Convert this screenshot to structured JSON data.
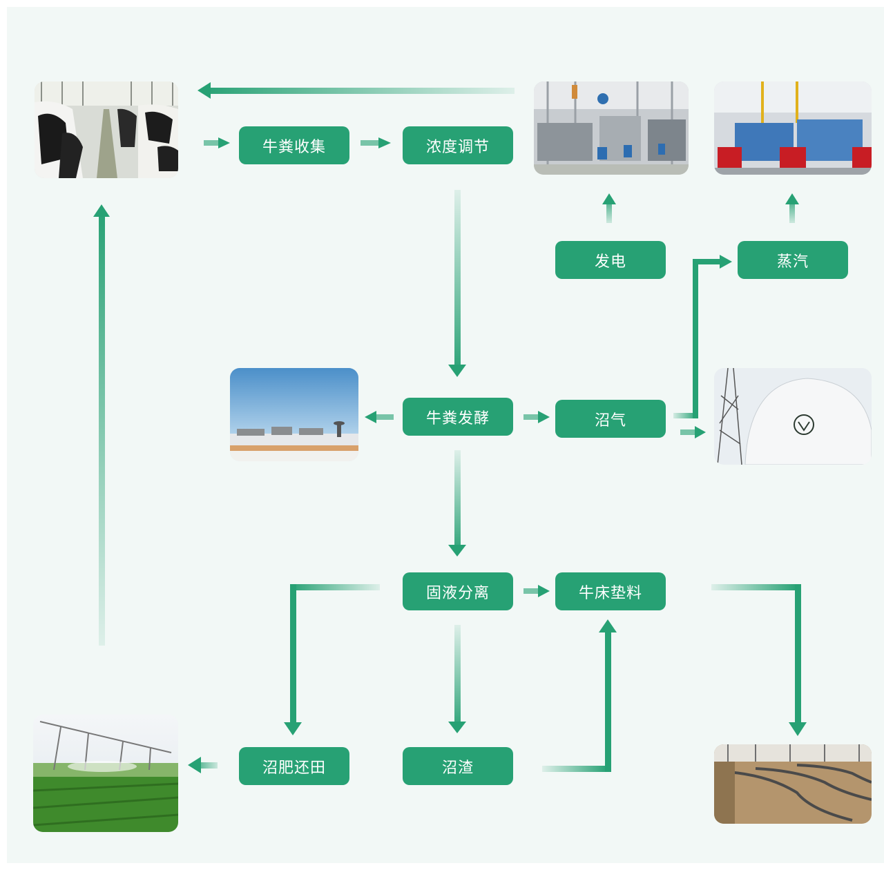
{
  "nodes": {
    "manure_collection": "牛粪收集",
    "concentration_adjust": "浓度调节",
    "power_generation": "发电",
    "steam": "蒸汽",
    "manure_fermentation": "牛粪发酵",
    "biogas": "沼气",
    "solid_liquid_separation": "固液分离",
    "cow_bedding": "牛床垫料",
    "digestate_to_field": "沼肥还田",
    "biogas_residue": "沼渣"
  },
  "photos": [
    {
      "name": "dairy-barn-photo",
      "subject": "cows feeding in barn"
    },
    {
      "name": "generator-room-photo",
      "subject": "biogas power generator room"
    },
    {
      "name": "boiler-room-photo",
      "subject": "steam boiler room"
    },
    {
      "name": "fermentation-tank-photo",
      "subject": "fermentation tanks"
    },
    {
      "name": "biogas-holder-photo",
      "subject": "biogas storage dome"
    },
    {
      "name": "field-irrigation-photo",
      "subject": "center pivot irrigation field"
    },
    {
      "name": "bedding-stalls-photo",
      "subject": "cow stalls with bedding"
    }
  ],
  "colors": {
    "node": "#27a174",
    "arrow": "#27a174",
    "background": "#f2f8f6"
  }
}
